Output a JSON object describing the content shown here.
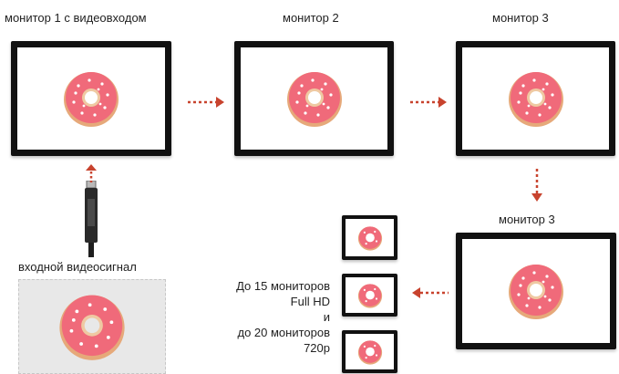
{
  "diagram": {
    "monitor_labels": {
      "m1": "монитор 1 с видеовходом",
      "m2": "монитор 2",
      "m3": "монитор 3",
      "m4": "монитор 3"
    },
    "input_label": "входной видеосигнал",
    "capacity_text": {
      "line1": "До 15 мониторов",
      "line2": "Full HD",
      "line3": "и",
      "line4": "до 20 мониторов",
      "line5": "720p"
    },
    "colors": {
      "donut_icing": "#f06a7a",
      "donut_dough": "#efc9a2",
      "arrow": "#c8432e",
      "bezel": "#111111"
    },
    "icons": [
      "donut-image",
      "dotted-arrow",
      "hdmi-cable"
    ]
  }
}
